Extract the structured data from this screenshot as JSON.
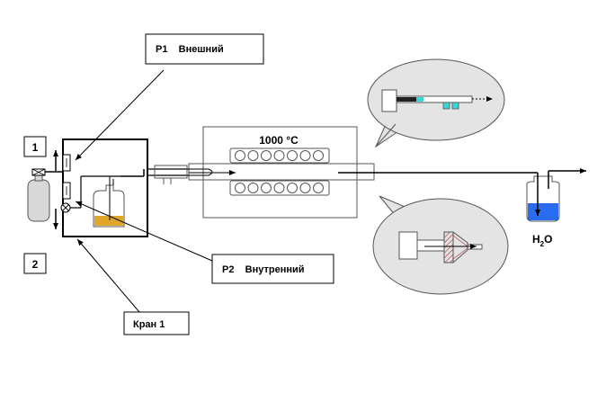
{
  "labels": {
    "p1": "P1    Внешний",
    "p2": "P2    Внутренний",
    "valve": "Кран 1",
    "num1": "1",
    "num2": "2",
    "temperature": "1000 °C",
    "water_main": "H",
    "water_sub": "2",
    "water_end": "O"
  },
  "colors": {
    "water": "#2a6cf0",
    "oil": "#e0a62a",
    "cyan_part": "#3cd6d6",
    "bubble_fill": "#e4e4e4",
    "cylinder_fill": "#d8d8d8"
  }
}
